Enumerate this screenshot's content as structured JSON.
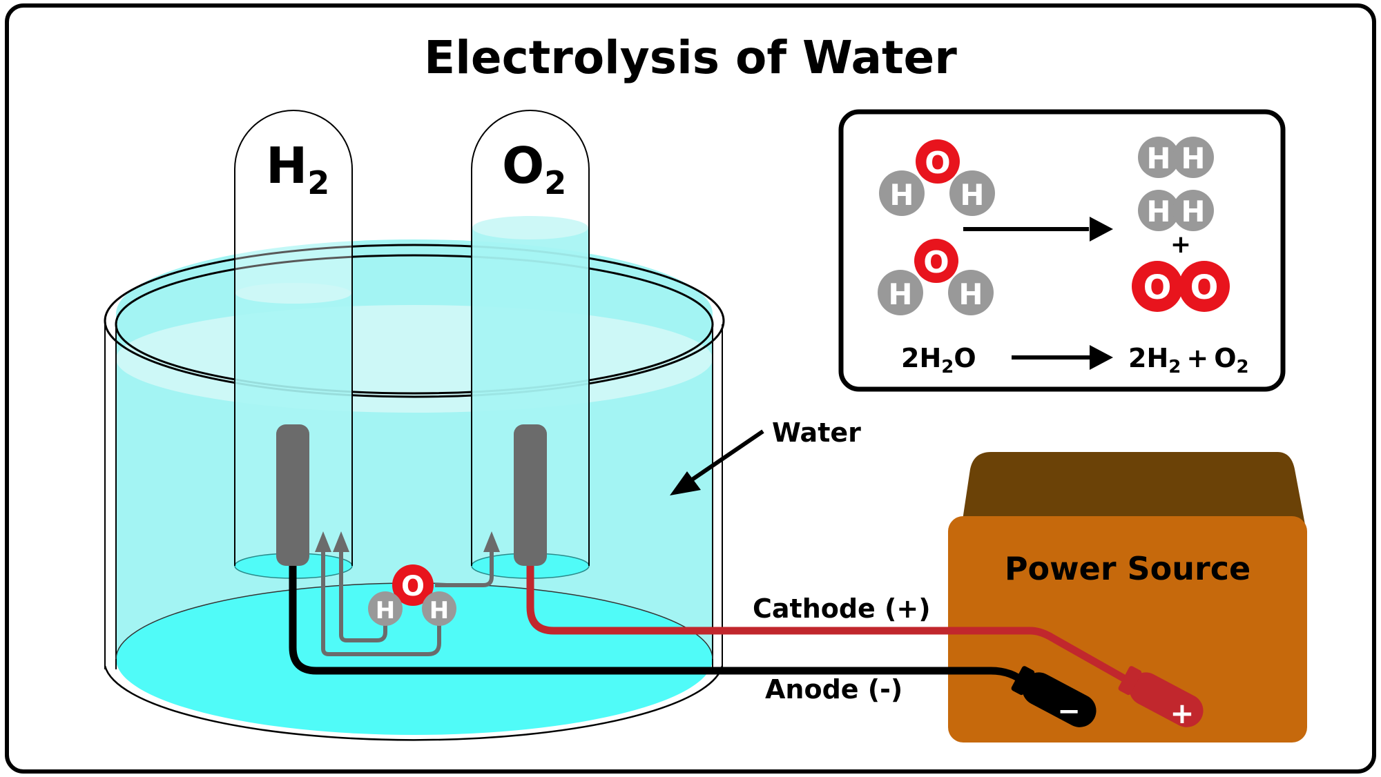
{
  "title": "Electrolysis of Water",
  "tubes": {
    "left": {
      "gas": "H",
      "subscript": "2"
    },
    "right": {
      "gas": "O",
      "subscript": "2"
    }
  },
  "labels": {
    "water": "Water",
    "cathode": "Cathode (+)",
    "anode": "Anode (-)",
    "power_source": "Power Source",
    "negative_terminal": "−",
    "positive_terminal": "+"
  },
  "reaction_box": {
    "reactant_molecules": [
      {
        "atoms": [
          "O",
          "H",
          "H"
        ]
      },
      {
        "atoms": [
          "O",
          "H",
          "H"
        ]
      }
    ],
    "product_h2": [
      [
        "H",
        "H"
      ],
      [
        "H",
        "H"
      ]
    ],
    "plus": "+",
    "product_o2": [
      "O",
      "O"
    ],
    "equation": {
      "reactant": {
        "coef": "2H",
        "sub": "2",
        "tail": "O"
      },
      "product1": {
        "coef": "2H",
        "sub": "2"
      },
      "plus": "+",
      "product2": {
        "coef": "O",
        "sub": "2"
      }
    }
  },
  "center_molecule": [
    "O",
    "H",
    "H"
  ],
  "colors": {
    "oxygen": "#e8141d",
    "hydrogen": "#999999",
    "water_light": "#a3f4f3",
    "water_deep": "#50fbf8",
    "electrode": "#6b6b6b",
    "cathode_wire": "#c1272d",
    "anode_wire": "#000000",
    "box_front": "#c6690c",
    "box_top": "#6b4207"
  }
}
